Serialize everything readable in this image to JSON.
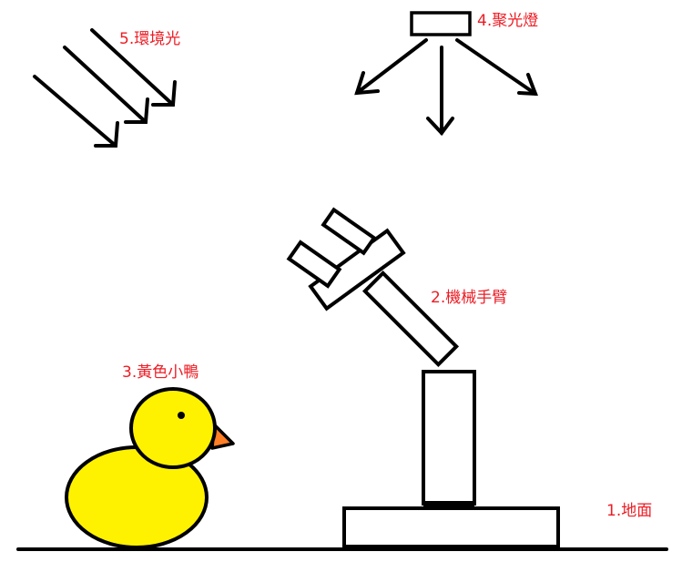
{
  "labels": {
    "ground": "1.地面",
    "robot_arm": "2.機械手臂",
    "duck": "3.黃色小鴨",
    "spotlight": "4.聚光燈",
    "ambient_light": "5.環境光"
  },
  "colors": {
    "label_text": "#ec1c24",
    "outline": "#000000",
    "duck_body": "#fff200",
    "duck_beak": "#ff7f27",
    "background": "#ffffff"
  }
}
